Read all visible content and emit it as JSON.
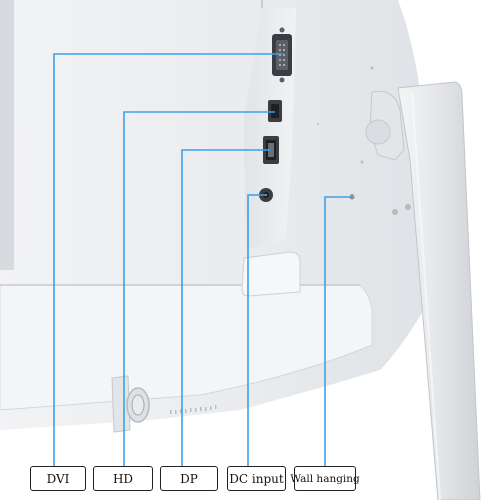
{
  "labels": {
    "dvi": "DVI",
    "hd": "HD",
    "dp": "DP",
    "dc_input": "DC input",
    "wall_hanging": "Wall hanging"
  },
  "colors": {
    "callout_line": "#3fa0e8",
    "monitor_body": "#eef0f2",
    "monitor_shadow": "#c9ccd0",
    "port_dark": "#3a3d42",
    "label_border": "#222222"
  },
  "icons": {
    "dvi": "dvi-port-icon",
    "hd": "hdmi-port-icon",
    "dp": "displayport-icon",
    "dc": "dc-jack-icon",
    "wall": "wall-mount-hole-icon",
    "power_button": "power-button-icon"
  }
}
